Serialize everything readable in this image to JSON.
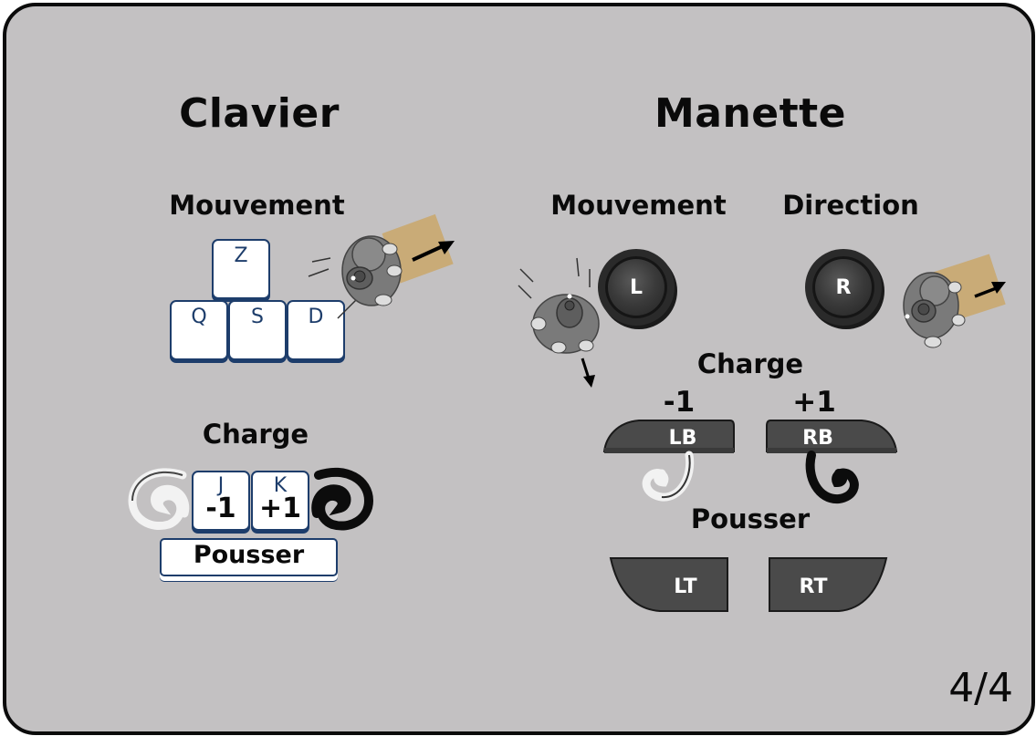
{
  "keyboard": {
    "title": "Clavier",
    "movement_title": "Mouvement",
    "keys": {
      "z": "Z",
      "q": "Q",
      "s": "S",
      "d": "D"
    },
    "charge_title": "Charge",
    "charge_keys": [
      {
        "letter": "J",
        "value": "-1"
      },
      {
        "letter": "K",
        "value": "+1"
      }
    ],
    "push_label": "Pousser"
  },
  "gamepad": {
    "title": "Manette",
    "movement_title": "Mouvement",
    "direction_title": "Direction",
    "left_stick": "L",
    "right_stick": "R",
    "charge_title": "Charge",
    "charge_minus": "-1",
    "charge_plus": "+1",
    "left_bumper": "LB",
    "right_bumper": "RB",
    "push_title": "Pousser",
    "left_trigger": "LT",
    "right_trigger": "RT"
  },
  "page_indicator": "4/4",
  "colors": {
    "panel_bg": "#c3c1c2",
    "key_border": "#1d3d6b",
    "button_dark": "#4a4a4a",
    "crate": "#c9ab77"
  },
  "icons": [
    "character-pushing-crate-icon",
    "character-walking-icon",
    "swirl-light-icon",
    "swirl-dark-icon",
    "arrow-icon"
  ]
}
